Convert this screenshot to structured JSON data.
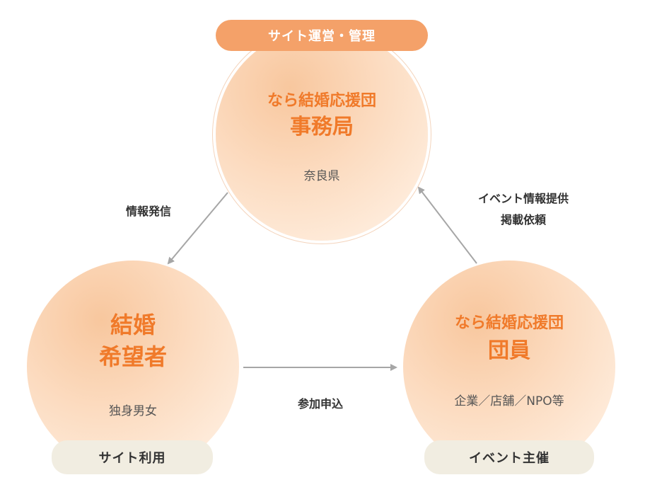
{
  "top_node": {
    "badge": "サイト運営・管理",
    "title_line1": "なら結婚応援団",
    "title_line2": "事務局",
    "subtitle": "奈良県"
  },
  "left_node": {
    "title_line1": "結婚",
    "title_line2": "希望者",
    "subtitle": "独身男女",
    "badge": "サイト利用"
  },
  "right_node": {
    "title_line1": "なら結婚応援団",
    "title_line2": "団員",
    "subtitle": "企業／店舗／NPO等",
    "badge": "イベント主催"
  },
  "edges": {
    "info": "情報発信",
    "join": "参加申込",
    "event_line1": "イベント情報提供",
    "event_line2": "掲載依頼"
  },
  "colors": {
    "accent_orange": "#f07a2a",
    "badge_orange": "#f4a169",
    "badge_beige": "#f1ede1",
    "arrow_gray": "#a6a6a6"
  }
}
